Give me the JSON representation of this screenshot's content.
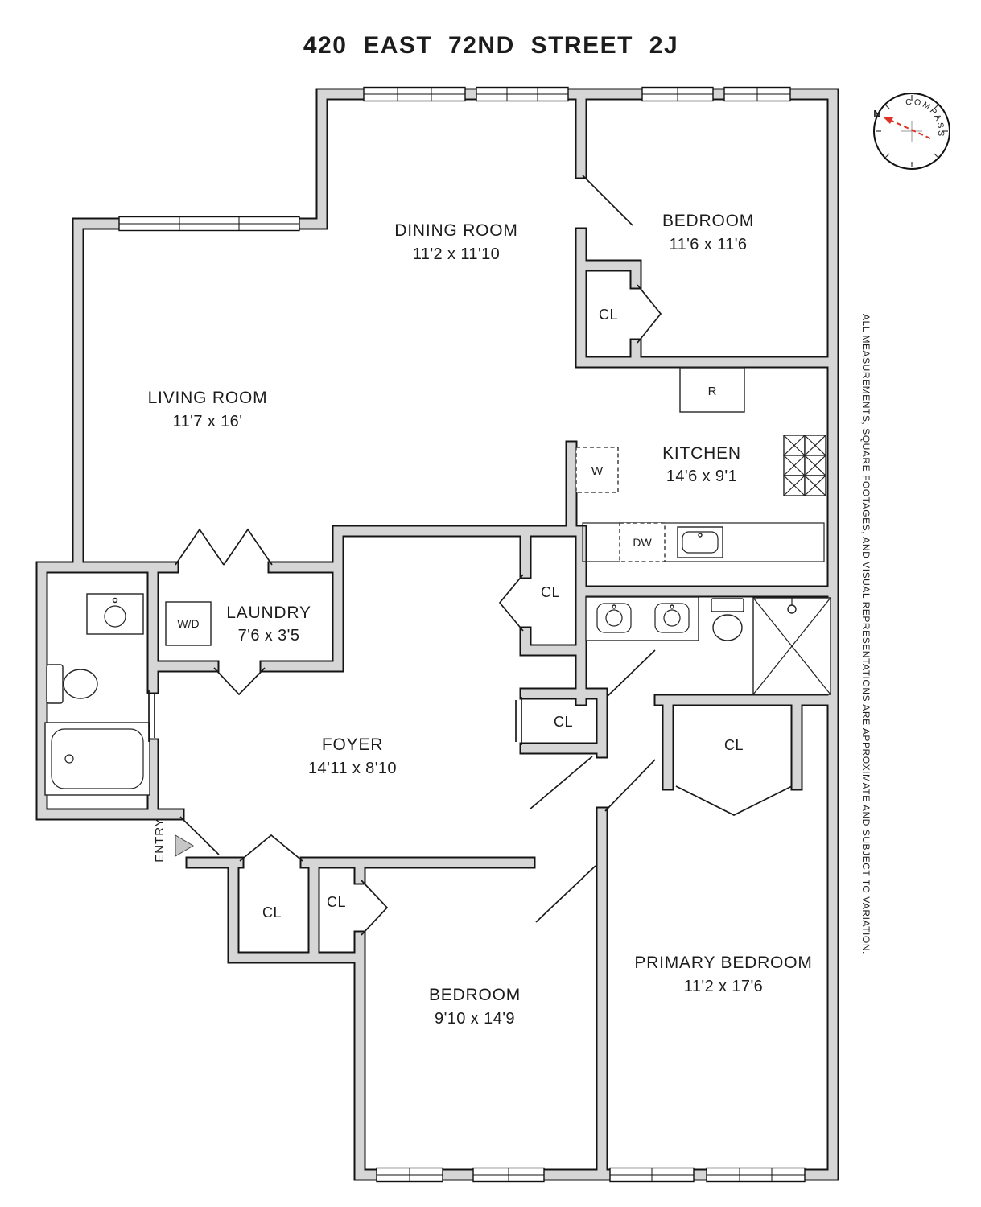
{
  "title": "420 EAST 72ND STREET 2J",
  "compass": {
    "label": "COMPASS",
    "north": "N"
  },
  "disclaimer": "ALL MEASUREMENTS, SQUARE FOOTAGES, AND VISUAL REPRESENTATIONS ARE APPROXIMATE AND SUBJECT TO VARIATION.",
  "rooms": {
    "dining": {
      "name": "DINING ROOM",
      "dims": "11'2 x 11'10"
    },
    "bedroom2": {
      "name": "BEDROOM",
      "dims": "11'6 x 11'6"
    },
    "living": {
      "name": "LIVING ROOM",
      "dims": "11'7 x 16'"
    },
    "kitchen": {
      "name": "KITCHEN",
      "dims": "14'6 x 9'1"
    },
    "laundry": {
      "name": "LAUNDRY",
      "dims": "7'6 x 3'5"
    },
    "foyer": {
      "name": "FOYER",
      "dims": "14'11 x 8'10"
    },
    "bedroom3": {
      "name": "BEDROOM",
      "dims": "9'10 x 14'9"
    },
    "primary": {
      "name": "PRIMARY BEDROOM",
      "dims": "11'2 x 17'6"
    }
  },
  "fixtures": {
    "closet": "CL",
    "refrigerator": "R",
    "washer": "W",
    "dishwasher": "DW",
    "washer_dryer": "W/D",
    "entry": "ENTRY"
  },
  "colors": {
    "wall_fill": "#d6d6d6",
    "wall_outline": "#141414",
    "north_arrow": "#e03127",
    "entry_marker": "#c6c6c6"
  }
}
